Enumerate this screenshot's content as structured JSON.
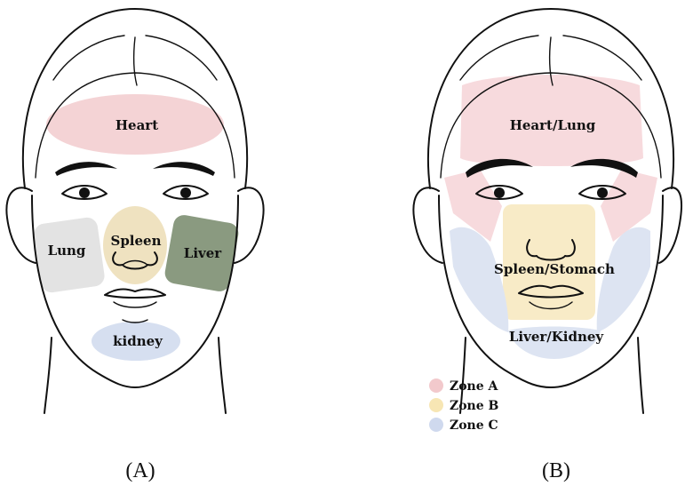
{
  "panel_a": {
    "caption": "(A)",
    "regions": {
      "heart": "Heart",
      "lung": "Lung",
      "spleen": "Spleen",
      "liver": "Liver",
      "kidney": "kidney"
    }
  },
  "panel_b": {
    "caption": "(B)",
    "regions": {
      "heart_lung": "Heart/Lung",
      "spleen_stomach": "Spleen/Stomach",
      "liver_kidney": "Liver/Kidney"
    },
    "legend": [
      {
        "label": "Zone A",
        "color": "#f2c9cc"
      },
      {
        "label": "Zone B",
        "color": "#f7e6b4"
      },
      {
        "label": "Zone C",
        "color": "#cfd9ee"
      }
    ]
  },
  "colors": {
    "heart": "#f4d3d5",
    "lung": "#e3e3e3",
    "spleen": "#efe2c0",
    "liver": "#8a9a80",
    "kidney": "#d6dff0"
  }
}
